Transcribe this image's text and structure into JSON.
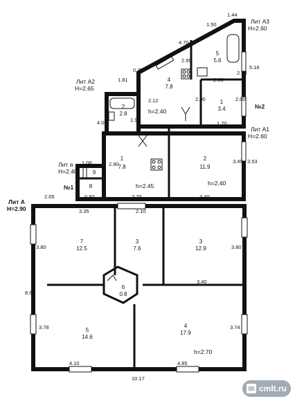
{
  "blocks": {
    "lit_a3": {
      "name": "Лит А3",
      "height": "H=2.60"
    },
    "lit_a2": {
      "name": "Лит А2",
      "height": "H=2.65"
    },
    "lit_a1": {
      "name": "Лит А1",
      "height": "H=2.60"
    },
    "lit_a_small": {
      "name": "Лит а",
      "height": "H=2.40"
    },
    "lit_a_main": {
      "name": "Лит А",
      "height": "H=2.90"
    }
  },
  "entrances": {
    "no1": "№1",
    "no2": "№2"
  },
  "rooms": {
    "r1_kitchen": {
      "num": "1",
      "area": "7.8"
    },
    "r2_upper": {
      "num": "2",
      "area": "11.9"
    },
    "r2_bath": {
      "num": "2",
      "area": "2.8"
    },
    "r4_upper": {
      "num": "4",
      "area": "7.8"
    },
    "r5_upper": {
      "num": "5",
      "area": "5.6"
    },
    "r1_upper": {
      "num": "1",
      "area": "3.4"
    },
    "r8": {
      "num": "8",
      "area": ""
    },
    "r9": {
      "num": "9",
      "area": ""
    },
    "r7": {
      "num": "7",
      "area": "12.5"
    },
    "r3_mid": {
      "num": "3",
      "area": "7.6"
    },
    "r3_right": {
      "num": "3",
      "area": "12.9"
    },
    "r6": {
      "num": "6",
      "area": "0.8"
    },
    "r5_lower": {
      "num": "5",
      "area": "14.6"
    },
    "r4_lower": {
      "num": "4",
      "area": "17.9"
    }
  },
  "ceiling_heights": {
    "h_240_a3": "h=2.40",
    "h_245": "h=2.45",
    "h_240_a1": "h=2.40",
    "h_270": "h=2.70"
  },
  "dimensions": {
    "d_144": "1.44",
    "d_470": "4.70",
    "d_150": "1.50",
    "d_295": "2.95",
    "d_293": "2.93",
    "d_516": "5.16",
    "d_027": "0.27",
    "d_181": "1.81",
    "d_212": "2.12",
    "d_208": "2.08",
    "d_200a": "2.00",
    "d_200b": "2.00",
    "d_170": "1.70",
    "d_190": "1.90",
    "d_400": "4.00",
    "d_108": "1.08",
    "d_290": "2.90",
    "d_349": "3.49",
    "d_353": "3.53",
    "d_205": "2.05",
    "d_092": "0.92",
    "d_270": "2.70",
    "d_340a": "3.40",
    "d_335": "3.35",
    "d_210": "2.10",
    "d_380a": "3.80",
    "d_380b": "3.80",
    "d_340b": "3.40",
    "d_861": "8.61",
    "d_378": "3.78",
    "d_374": "3.74",
    "d_410": "4.10",
    "d_485": "4.85",
    "d_1017": "10.17"
  },
  "watermark": {
    "icon": "cmlt-logo-icon",
    "text": "cmlt.ru"
  }
}
